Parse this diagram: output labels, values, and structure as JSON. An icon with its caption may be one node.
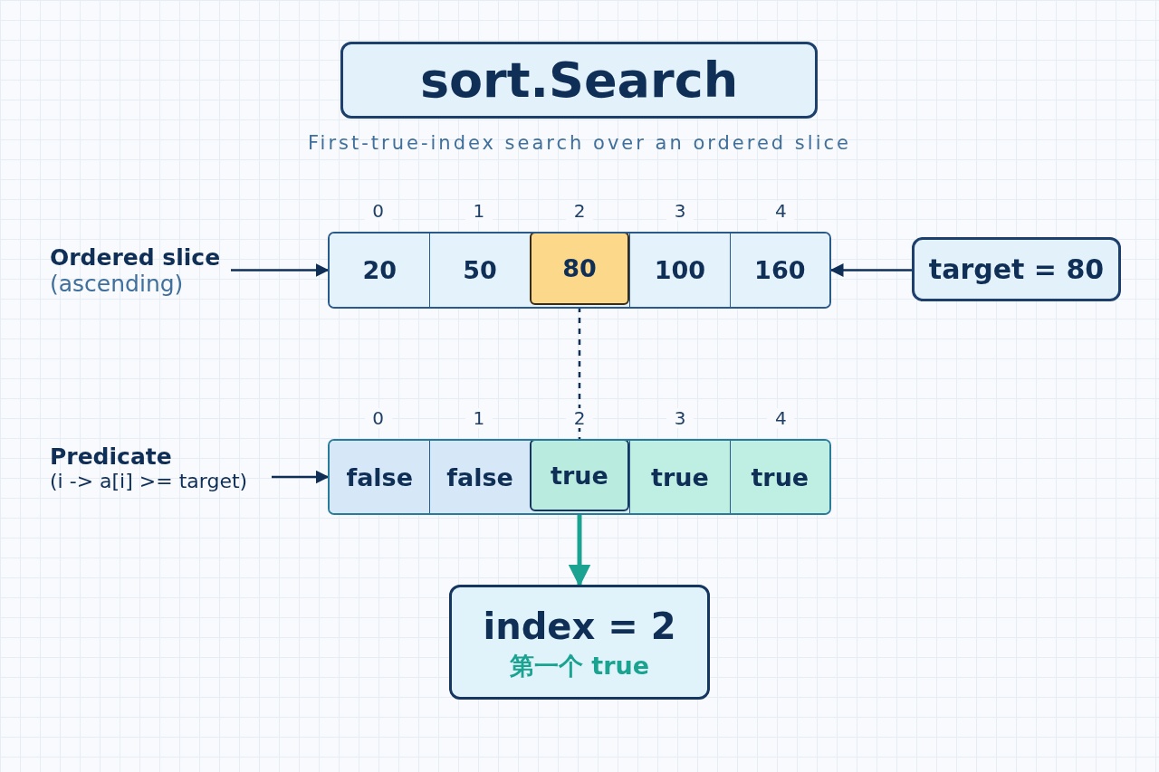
{
  "diagram": {
    "title": "sort.Search",
    "nodes": [
      {
        "text": [
          "Ordered slice",
          "(ascending)"
        ]
      },
      {
        "text": [],
        "shape": "box"
      },
      {
        "text": [
          "20"
        ],
        "in": 1
      },
      {
        "text": [
          "50"
        ],
        "in": 1
      },
      {
        "text": [
          "80"
        ],
        "in": 1
      },
      {
        "text": [
          "100"
        ],
        "in": 1
      },
      {
        "text": [
          "160"
        ],
        "in": 1
      },
      {
        "text": [
          "target = 80"
        ]
      },
      {
        "text": [
          "Predicate",
          "(i -> a[i] >= target)"
        ]
      },
      {
        "text": [],
        "shape": "box"
      },
      {
        "text": [
          "false"
        ],
        "in": 9
      },
      {
        "text": [
          "false"
        ],
        "in": 9
      },
      {
        "text": [
          "true"
        ],
        "in": 9
      },
      {
        "text": [
          "true"
        ],
        "in": 9
      },
      {
        "text": [
          "true"
        ],
        "in": 9
      },
      {
        "text": [
          "index = 2",
          "第一个 true"
        ]
      }
    ],
    "edges": [
      {
        "from": 0,
        "to": 1,
        "arrow": "to"
      },
      {
        "from": 7,
        "to": 1,
        "arrow": "to"
      },
      {
        "from": 8,
        "to": 9,
        "arrow": "to"
      },
      {
        "from": 4,
        "to": 12,
        "arrow": "none",
        "style": "dashed"
      },
      {
        "from": 12,
        "to": 15,
        "arrow": "to",
        "style": "thick",
        "color": "#1aa391"
      }
    ],
    "labels": [
      "First-true-index search over an ordered slice",
      "0",
      "1",
      "2",
      "3",
      "4",
      "0",
      "1",
      "2",
      "3",
      "4"
    ]
  }
}
